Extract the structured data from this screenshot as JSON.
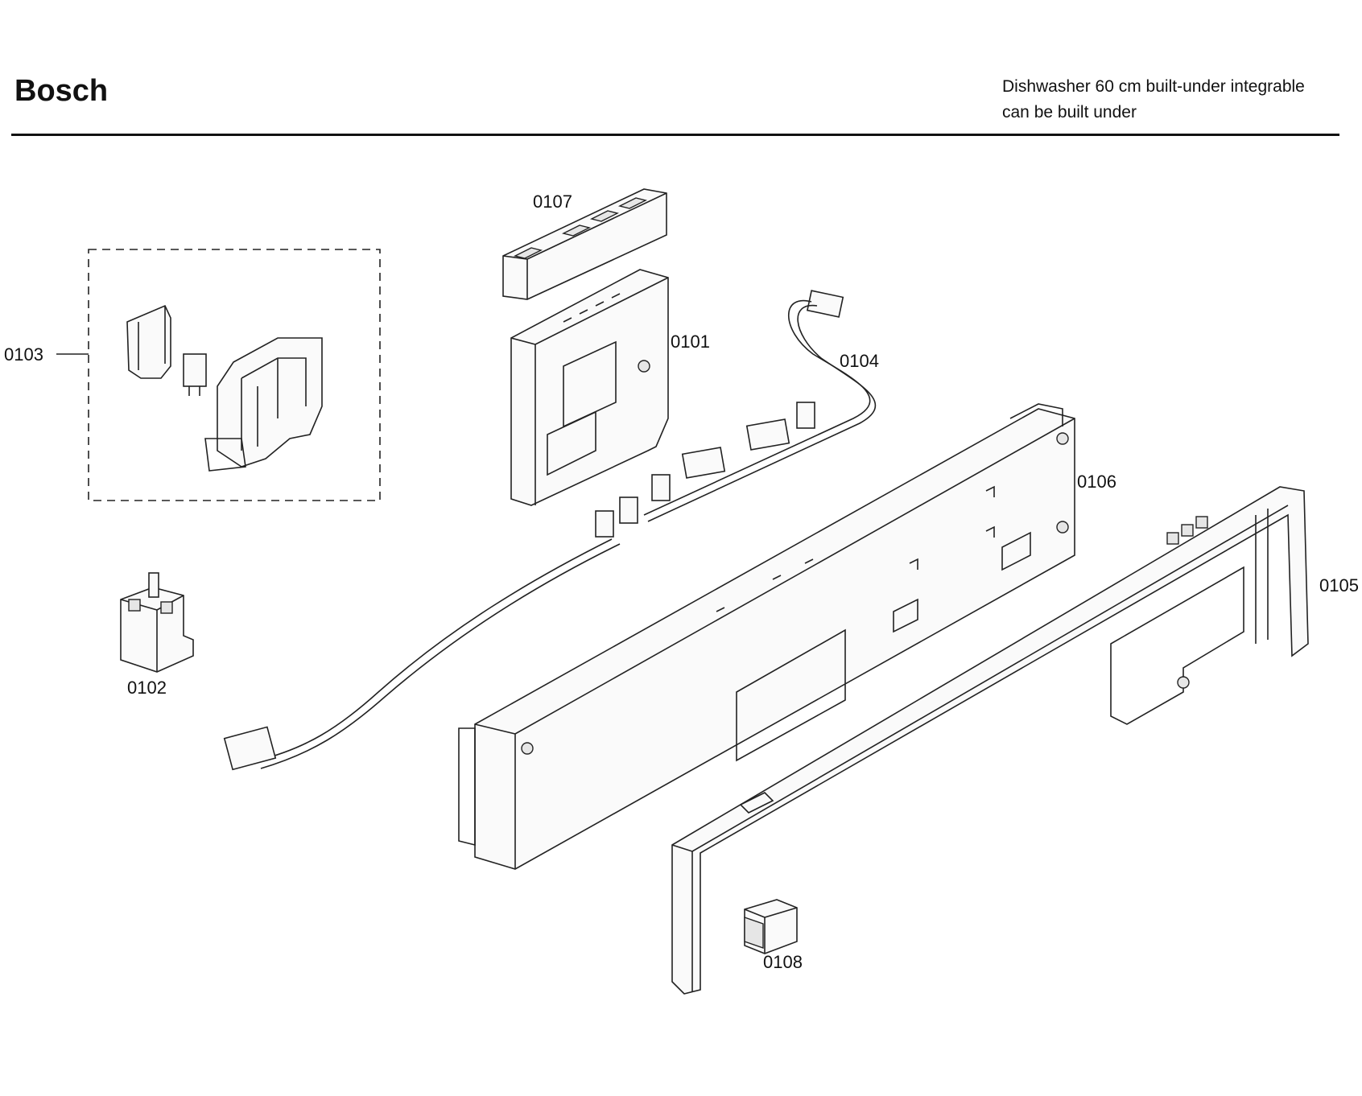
{
  "header": {
    "brand": "Bosch",
    "subtitle_line1": "Dishwasher 60 cm built-under integrable",
    "subtitle_line2": "can be built under"
  },
  "callouts": {
    "p0101": "0101",
    "p0102": "0102",
    "p0103": "0103",
    "p0104": "0104",
    "p0105": "0105",
    "p0106": "0106",
    "p0107": "0107",
    "p0108": "0108"
  }
}
